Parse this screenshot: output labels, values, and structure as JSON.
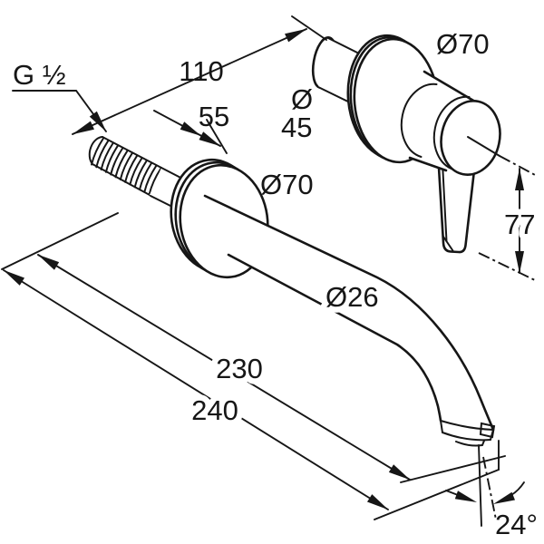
{
  "drawing": {
    "background_color": "#ffffff",
    "line_color": "#161616",
    "labels": {
      "thread_size": "G ½",
      "dim_110": "110",
      "dim_55": "55",
      "dia_valve_escutcheon": "Ø70",
      "dia_45_symbol": "Ø",
      "dia_45_value": "45",
      "dia_spout_escutcheon": "Ø70",
      "dia_spout_tube": "Ø26",
      "dim_230": "230",
      "dim_240": "240",
      "dim_77": "77",
      "angle_24": "24°"
    }
  }
}
